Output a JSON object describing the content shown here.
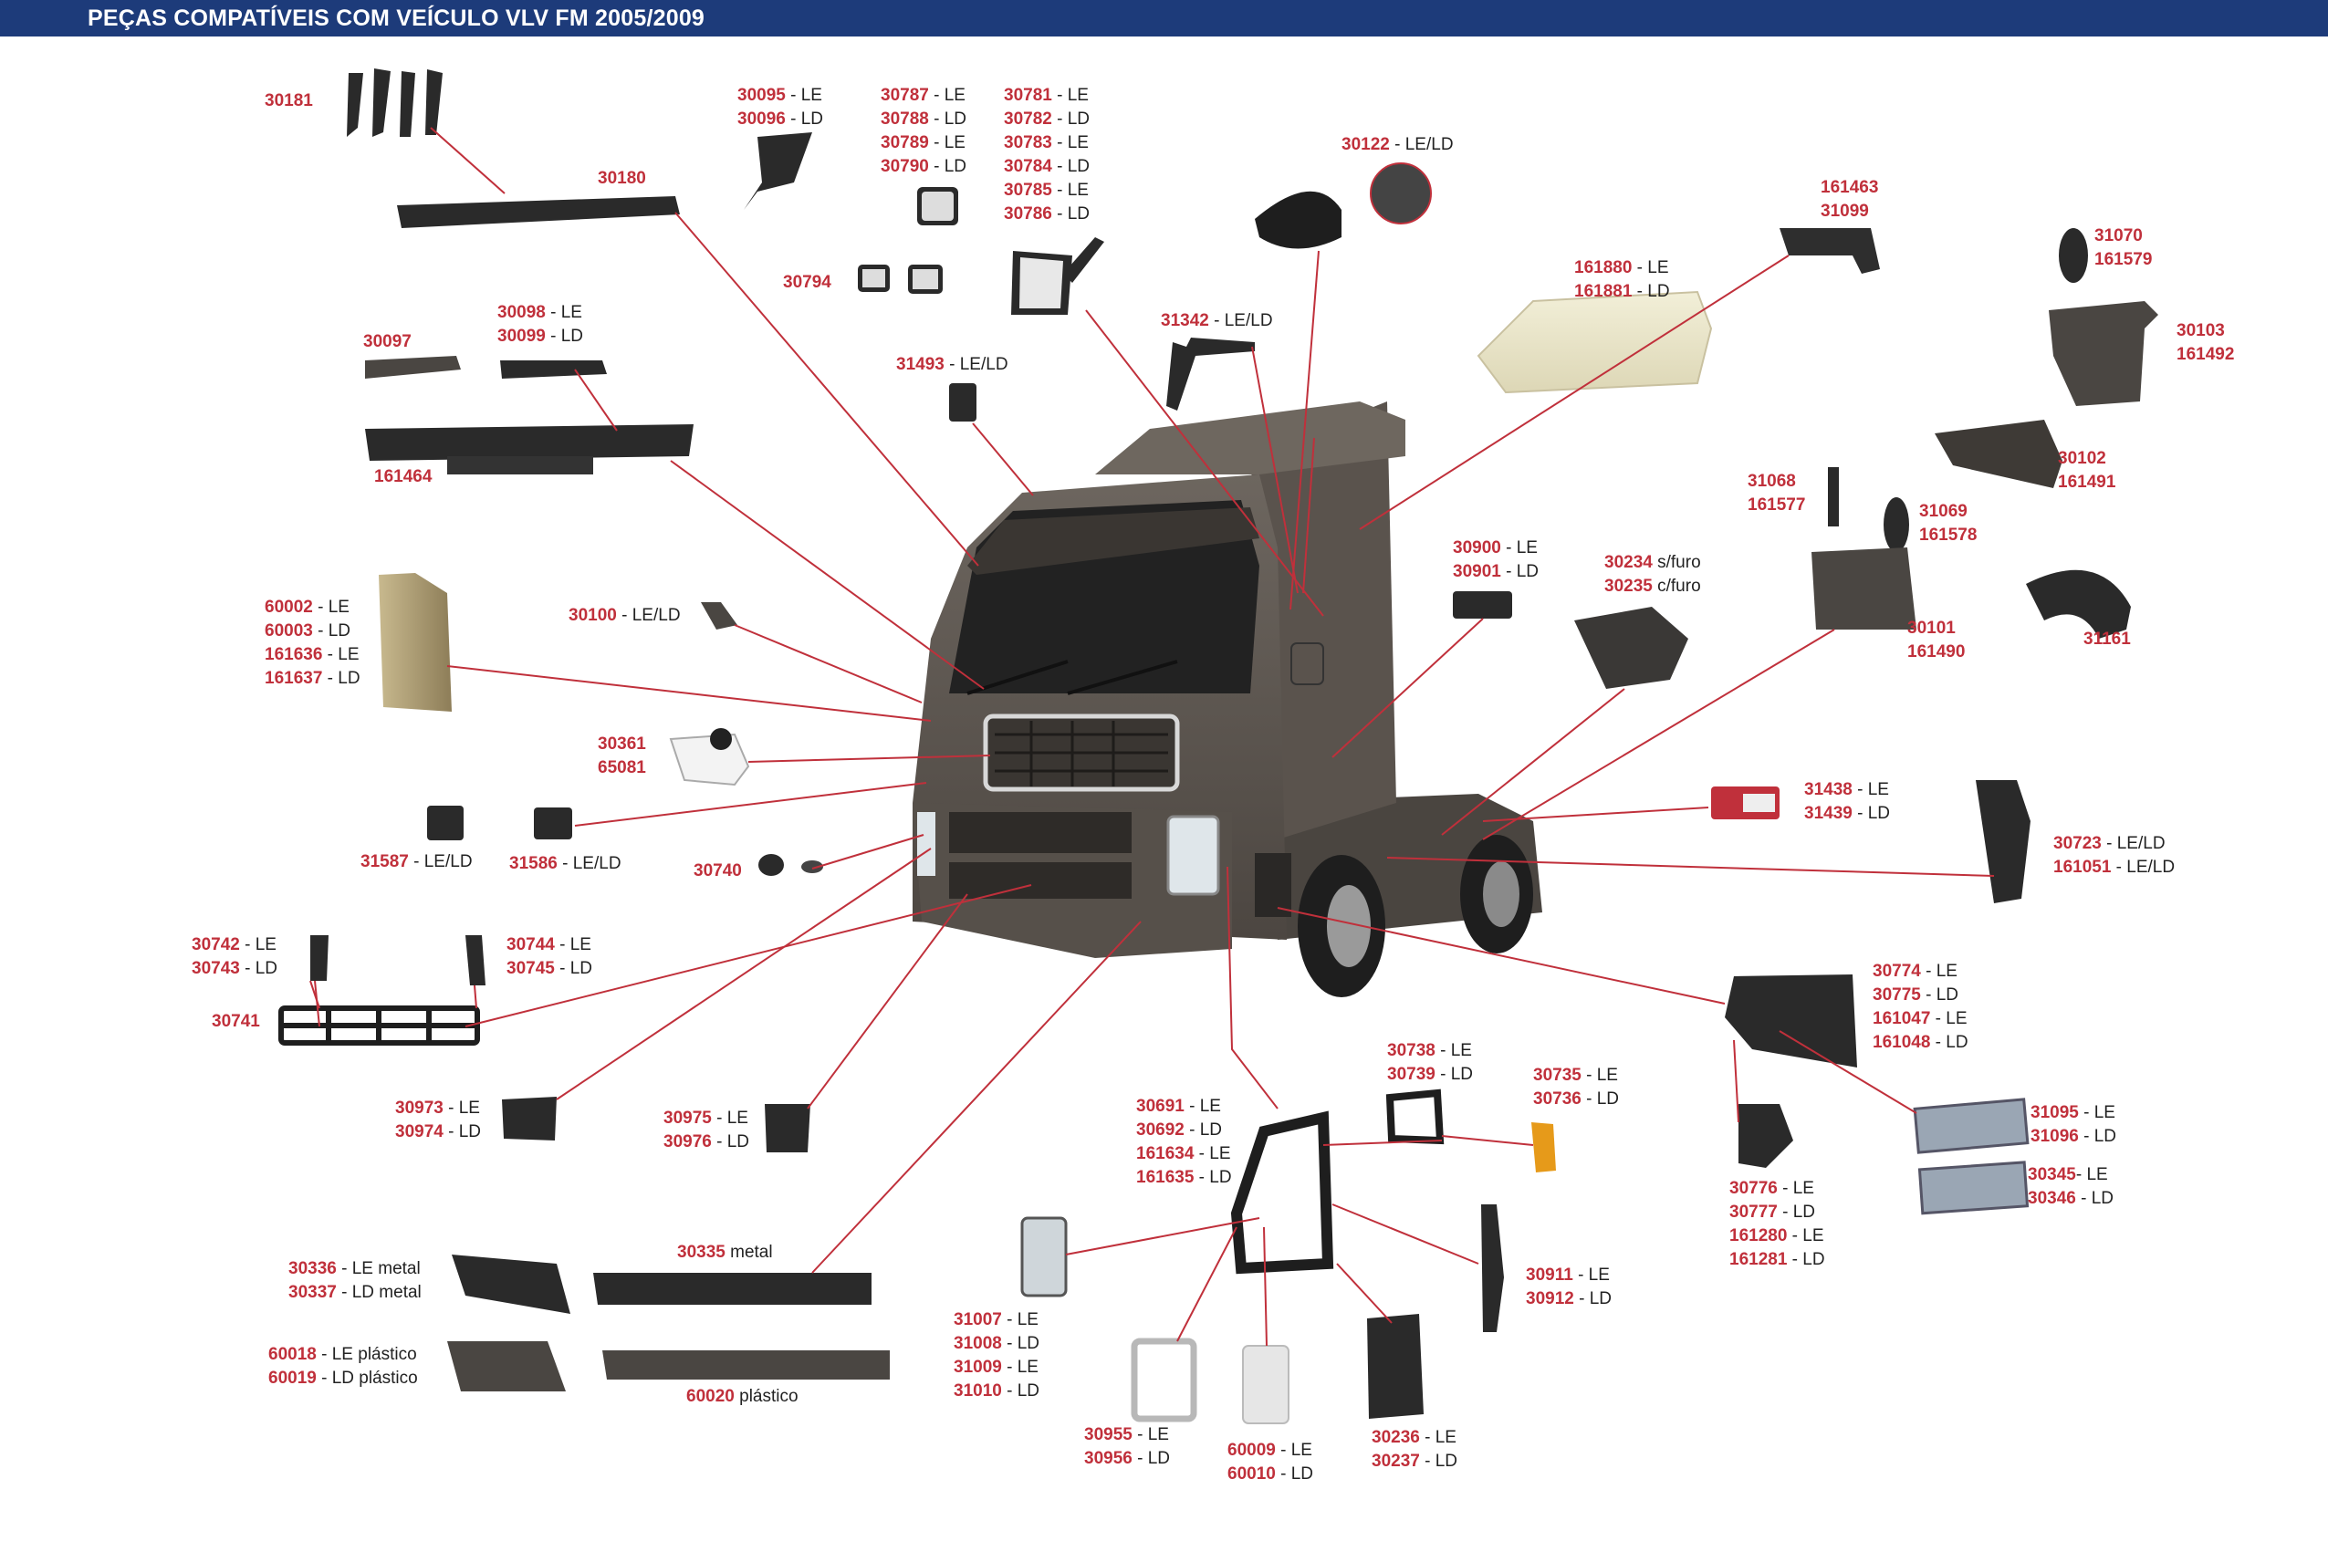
{
  "header": {
    "title": "PEÇAS COMPATÍVEIS COM VEÍCULO VLV FM 2005/2009"
  },
  "colors": {
    "header_bg": "#1d3b7a",
    "code": "#c0303b",
    "leader_line": "#c0303b",
    "truck_body": "#5d5650"
  },
  "labels": [
    {
      "id": "l30181",
      "lines": [
        {
          "code": "30181",
          "suffix": ""
        }
      ]
    },
    {
      "id": "l30180",
      "lines": [
        {
          "code": "30180",
          "suffix": ""
        }
      ]
    },
    {
      "id": "l30095",
      "lines": [
        {
          "code": "30095",
          "suffix": " - LE"
        },
        {
          "code": "30096",
          "suffix": " - LD"
        }
      ]
    },
    {
      "id": "l30787",
      "lines": [
        {
          "code": "30787",
          "suffix": " - LE"
        },
        {
          "code": "30788",
          "suffix": " - LD"
        },
        {
          "code": "30789",
          "suffix": " - LE"
        },
        {
          "code": "30790",
          "suffix": " - LD"
        }
      ]
    },
    {
      "id": "l30781",
      "lines": [
        {
          "code": "30781",
          "suffix": " - LE"
        },
        {
          "code": "30782",
          "suffix": " - LD"
        },
        {
          "code": "30783",
          "suffix": " - LE"
        },
        {
          "code": "30784",
          "suffix": " - LD"
        },
        {
          "code": "30785",
          "suffix": " - LE"
        },
        {
          "code": "30786",
          "suffix": " - LD"
        }
      ]
    },
    {
      "id": "l30794",
      "lines": [
        {
          "code": "30794",
          "suffix": ""
        }
      ]
    },
    {
      "id": "l30122",
      "lines": [
        {
          "code": "30122",
          "suffix": " - LE/LD"
        }
      ]
    },
    {
      "id": "l161463",
      "lines": [
        {
          "code": "161463",
          "suffix": ""
        },
        {
          "code": "31099",
          "suffix": ""
        }
      ]
    },
    {
      "id": "l31070",
      "lines": [
        {
          "code": "31070",
          "suffix": ""
        },
        {
          "code": "161579",
          "suffix": ""
        }
      ]
    },
    {
      "id": "l30103",
      "lines": [
        {
          "code": "30103",
          "suffix": ""
        },
        {
          "code": "161492",
          "suffix": ""
        }
      ]
    },
    {
      "id": "l161880",
      "lines": [
        {
          "code": "161880",
          "suffix": " - LE"
        },
        {
          "code": "161881",
          "suffix": " - LD"
        }
      ]
    },
    {
      "id": "l31342",
      "lines": [
        {
          "code": "31342",
          "suffix": " - LE/LD"
        }
      ]
    },
    {
      "id": "l31493",
      "lines": [
        {
          "code": "31493",
          "suffix": " - LE/LD"
        }
      ]
    },
    {
      "id": "l30097",
      "lines": [
        {
          "code": "30097",
          "suffix": ""
        }
      ]
    },
    {
      "id": "l30098",
      "lines": [
        {
          "code": "30098",
          "suffix": " - LE"
        },
        {
          "code": "30099",
          "suffix": " - LD"
        }
      ]
    },
    {
      "id": "l161464",
      "lines": [
        {
          "code": "161464",
          "suffix": ""
        }
      ]
    },
    {
      "id": "l30102",
      "lines": [
        {
          "code": "30102",
          "suffix": ""
        },
        {
          "code": "161491",
          "suffix": ""
        }
      ]
    },
    {
      "id": "l31068",
      "lines": [
        {
          "code": "31068",
          "suffix": ""
        },
        {
          "code": "161577",
          "suffix": ""
        }
      ]
    },
    {
      "id": "l31069",
      "lines": [
        {
          "code": "31069",
          "suffix": ""
        },
        {
          "code": "161578",
          "suffix": ""
        }
      ]
    },
    {
      "id": "l60002",
      "lines": [
        {
          "code": "60002",
          "suffix": " - LE"
        },
        {
          "code": "60003",
          "suffix": " - LD"
        },
        {
          "code": "161636",
          "suffix": " - LE"
        },
        {
          "code": "161637",
          "suffix": " - LD"
        }
      ]
    },
    {
      "id": "l30100",
      "lines": [
        {
          "code": "30100",
          "suffix": " - LE/LD"
        }
      ]
    },
    {
      "id": "l30900",
      "lines": [
        {
          "code": "30900",
          "suffix": " - LE"
        },
        {
          "code": "30901",
          "suffix": " - LD"
        }
      ]
    },
    {
      "id": "l30234",
      "lines": [
        {
          "code": "30234",
          "suffix": " s/furo"
        },
        {
          "code": "30235",
          "suffix": " c/furo"
        }
      ]
    },
    {
      "id": "l30101",
      "lines": [
        {
          "code": "30101",
          "suffix": ""
        },
        {
          "code": "161490",
          "suffix": ""
        }
      ]
    },
    {
      "id": "l31161",
      "lines": [
        {
          "code": "31161",
          "suffix": ""
        }
      ]
    },
    {
      "id": "l30361",
      "lines": [
        {
          "code": "30361",
          "suffix": ""
        },
        {
          "code": "65081",
          "suffix": ""
        }
      ]
    },
    {
      "id": "l31438",
      "lines": [
        {
          "code": "31438",
          "suffix": " - LE"
        },
        {
          "code": "31439",
          "suffix": " - LD"
        }
      ]
    },
    {
      "id": "l30723",
      "lines": [
        {
          "code": "30723",
          "suffix": " - LE/LD"
        },
        {
          "code": "161051",
          "suffix": " - LE/LD"
        }
      ]
    },
    {
      "id": "l31587",
      "lines": [
        {
          "code": "31587",
          "suffix": " - LE/LD"
        }
      ]
    },
    {
      "id": "l31586",
      "lines": [
        {
          "code": "31586",
          "suffix": " - LE/LD"
        }
      ]
    },
    {
      "id": "l30740",
      "lines": [
        {
          "code": "30740",
          "suffix": ""
        }
      ]
    },
    {
      "id": "l30742",
      "lines": [
        {
          "code": "30742",
          "suffix": " - LE"
        },
        {
          "code": "30743",
          "suffix": " - LD"
        }
      ]
    },
    {
      "id": "l30744",
      "lines": [
        {
          "code": "30744",
          "suffix": " - LE"
        },
        {
          "code": "30745",
          "suffix": " - LD"
        }
      ]
    },
    {
      "id": "l30741",
      "lines": [
        {
          "code": "30741",
          "suffix": ""
        }
      ]
    },
    {
      "id": "l30774",
      "lines": [
        {
          "code": "30774",
          "suffix": " - LE"
        },
        {
          "code": "30775",
          "suffix": " - LD"
        },
        {
          "code": "161047",
          "suffix": " - LE"
        },
        {
          "code": "161048",
          "suffix": " - LD"
        }
      ]
    },
    {
      "id": "l30738",
      "lines": [
        {
          "code": "30738",
          "suffix": " - LE"
        },
        {
          "code": "30739",
          "suffix": " - LD"
        }
      ]
    },
    {
      "id": "l30735",
      "lines": [
        {
          "code": "30735",
          "suffix": " - LE"
        },
        {
          "code": "30736",
          "suffix": " - LD"
        }
      ]
    },
    {
      "id": "l30973",
      "lines": [
        {
          "code": "30973",
          "suffix": " - LE"
        },
        {
          "code": "30974",
          "suffix": " - LD"
        }
      ]
    },
    {
      "id": "l30975",
      "lines": [
        {
          "code": "30975",
          "suffix": " - LE"
        },
        {
          "code": "30976",
          "suffix": " - LD"
        }
      ]
    },
    {
      "id": "l30691",
      "lines": [
        {
          "code": "30691",
          "suffix": " - LE"
        },
        {
          "code": "30692",
          "suffix": " - LD"
        },
        {
          "code": "161634",
          "suffix": " - LE"
        },
        {
          "code": "161635",
          "suffix": " - LD"
        }
      ]
    },
    {
      "id": "l31095",
      "lines": [
        {
          "code": "31095",
          "suffix": " - LE"
        },
        {
          "code": "31096",
          "suffix": " - LD"
        }
      ]
    },
    {
      "id": "l30345",
      "lines": [
        {
          "code": "30345",
          "suffix": "- LE"
        },
        {
          "code": "30346",
          "suffix": " - LD"
        }
      ]
    },
    {
      "id": "l30776",
      "lines": [
        {
          "code": "30776",
          "suffix": " - LE"
        },
        {
          "code": "30777",
          "suffix": " - LD"
        },
        {
          "code": "161280",
          "suffix": " - LE"
        },
        {
          "code": "161281",
          "suffix": " - LD"
        }
      ]
    },
    {
      "id": "l30336",
      "lines": [
        {
          "code": "30336",
          "suffix": " - LE metal"
        },
        {
          "code": "30337",
          "suffix": " - LD metal"
        }
      ]
    },
    {
      "id": "l30335",
      "lines": [
        {
          "code": "30335",
          "suffix": " metal"
        }
      ]
    },
    {
      "id": "l30911",
      "lines": [
        {
          "code": "30911",
          "suffix": " - LE"
        },
        {
          "code": "30912",
          "suffix": " - LD"
        }
      ]
    },
    {
      "id": "l31007",
      "lines": [
        {
          "code": "31007",
          "suffix": " - LE"
        },
        {
          "code": "31008",
          "suffix": " - LD"
        },
        {
          "code": "31009",
          "suffix": " - LE"
        },
        {
          "code": "31010",
          "suffix": " - LD"
        }
      ]
    },
    {
      "id": "l60018",
      "lines": [
        {
          "code": "60018",
          "suffix": " - LE plástico"
        },
        {
          "code": "60019",
          "suffix": " - LD plástico"
        }
      ]
    },
    {
      "id": "l60020",
      "lines": [
        {
          "code": "60020",
          "suffix": " plástico"
        }
      ]
    },
    {
      "id": "l30955",
      "lines": [
        {
          "code": "30955",
          "suffix": " - LE"
        },
        {
          "code": "30956",
          "suffix": " - LD"
        }
      ]
    },
    {
      "id": "l60009",
      "lines": [
        {
          "code": "60009",
          "suffix": " - LE"
        },
        {
          "code": "60010",
          "suffix": " - LD"
        }
      ]
    },
    {
      "id": "l30236",
      "lines": [
        {
          "code": "30236",
          "suffix": " - LE"
        },
        {
          "code": "30237",
          "suffix": " - LD"
        }
      ]
    }
  ]
}
